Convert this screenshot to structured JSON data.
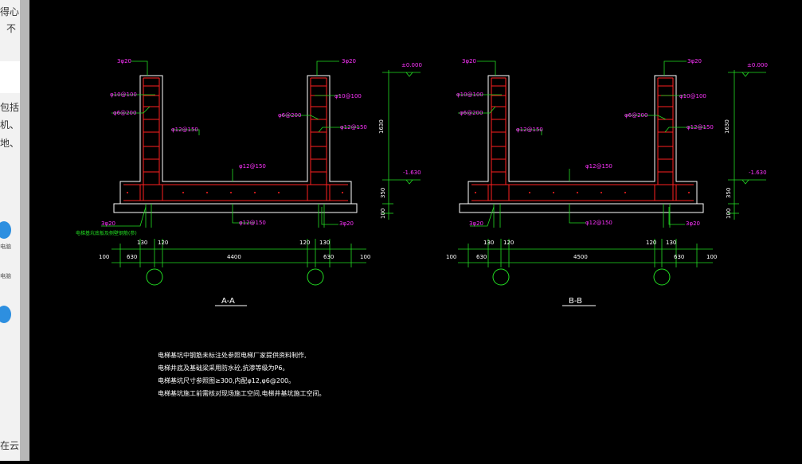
{
  "sidebar": {
    "lines": [
      "得心",
      "不",
      "包括",
      "机、",
      "地、",
      "电脑",
      "电脑",
      "在云"
    ]
  },
  "drawing": {
    "sections": [
      {
        "title": "A-A",
        "top_rebar": "3φ20",
        "top_rebar_right": "3φ20",
        "tie_rebar": "φ10@100",
        "stirrup": "φ6@200",
        "wall_rebar": "φ12@150",
        "slab_top_rebar": "φ12@150",
        "slab_bottom_rebar": "φ12@150",
        "bottom_corner_left": "3φ20",
        "bottom_corner_right": "3φ20",
        "tie_rebar_right": "φ10@100",
        "stirrup_right": "φ6@200",
        "elev_top": "±0.000",
        "elev_bottom": "-1.630",
        "dim_height": "1630",
        "dim_slab": "350",
        "dim_cushion": "100",
        "dim_wall_left_a": "130",
        "dim_wall_left_b": "120",
        "dim_wall_right_a": "120",
        "dim_wall_right_b": "130",
        "dim_offset_left": "100",
        "dim_cant_left": "630",
        "dim_span": "4400",
        "dim_cant_right": "630",
        "dim_offset_right": "100",
        "note": "电梯基坑底板及侧壁钢筋(参)"
      },
      {
        "title": "B-B",
        "top_rebar": "3φ20",
        "top_rebar_right": "3φ20",
        "tie_rebar": "φ10@100",
        "stirrup": "φ6@200",
        "wall_rebar": "φ12@150",
        "slab_top_rebar": "φ12@150",
        "slab_bottom_rebar": "φ12@150",
        "bottom_corner_left": "3φ20",
        "bottom_corner_right": "3φ20",
        "tie_rebar_right": "φ10@100",
        "stirrup_right": "φ6@200",
        "elev_top": "±0.000",
        "elev_bottom": "-1.630",
        "dim_height": "1630",
        "dim_slab": "350",
        "dim_cushion": "100",
        "dim_wall_left_a": "130",
        "dim_wall_left_b": "120",
        "dim_wall_right_a": "120",
        "dim_wall_right_b": "130",
        "dim_offset_left": "100",
        "dim_cant_left": "630",
        "dim_span": "4500",
        "dim_cant_right": "630",
        "dim_offset_right": "100",
        "note": ""
      }
    ],
    "notes": [
      "电梯基坑中钢筋未标注处参照电梯厂家提供资料制作,",
      "电梯井底及基础梁采用防水砼,抗渗等级为P6。",
      "电梯基坑尺寸参照图≥300,内配φ12,φ6@200。",
      "电梯基坑施工前需核对现场施工空间,电梯井基坑施工空间。"
    ],
    "colors": {
      "wall": "#ffffff",
      "rebar": "#ff2020",
      "label": "#ff33ff",
      "dimension": "#22dd22",
      "axis": "#22dd22",
      "note": "#ffffff"
    }
  }
}
